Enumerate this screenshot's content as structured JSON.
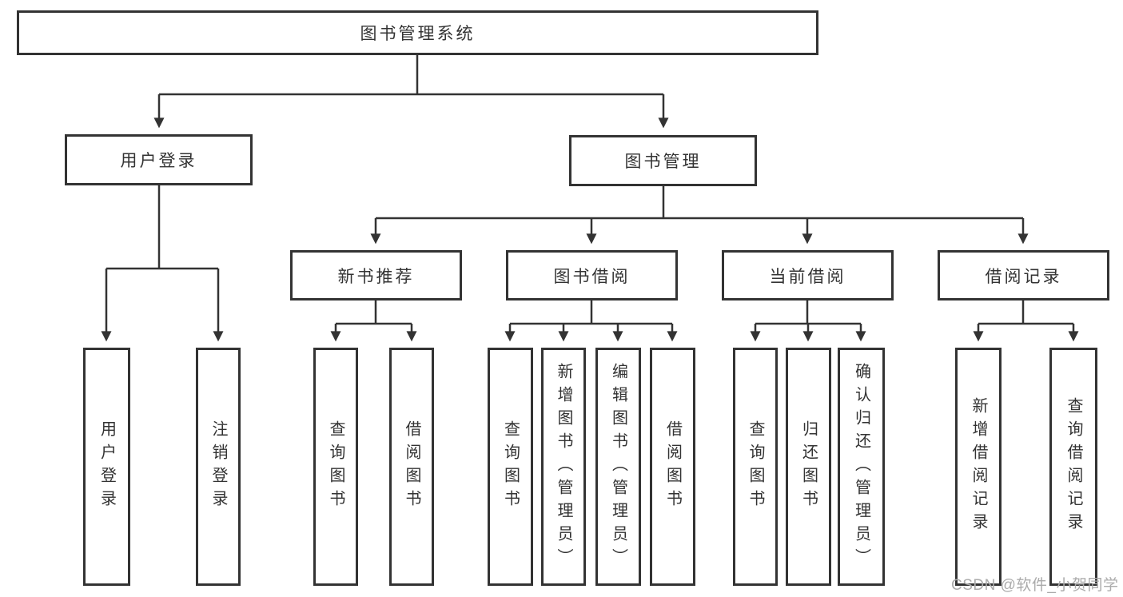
{
  "colors": {
    "line": "#333333",
    "box_border": "#333333",
    "text": "#333333",
    "watermark_gray": "#ababab",
    "background": "#ffffff"
  },
  "tree": {
    "label": "图书管理系统",
    "children": [
      {
        "label": "用户登录",
        "children": [
          {
            "label": "用户登录"
          },
          {
            "label": "注销登录"
          }
        ]
      },
      {
        "label": "图书管理",
        "children": [
          {
            "label": "新书推荐",
            "children": [
              {
                "label": "查询图书"
              },
              {
                "label": "借阅图书"
              }
            ]
          },
          {
            "label": "图书借阅",
            "children": [
              {
                "label": "查询图书"
              },
              {
                "label": "新增图书（管理员）"
              },
              {
                "label": "编辑图书（管理员）"
              },
              {
                "label": "借阅图书"
              }
            ]
          },
          {
            "label": "当前借阅",
            "children": [
              {
                "label": "查询图书"
              },
              {
                "label": "归还图书"
              },
              {
                "label": "确认归还（管理员）"
              }
            ]
          },
          {
            "label": "借阅记录",
            "children": [
              {
                "label": "新增借阅记录"
              },
              {
                "label": "查询借阅记录"
              }
            ]
          }
        ]
      }
    ]
  },
  "watermark": {
    "text": "CSDN @软件_小贺同学"
  }
}
